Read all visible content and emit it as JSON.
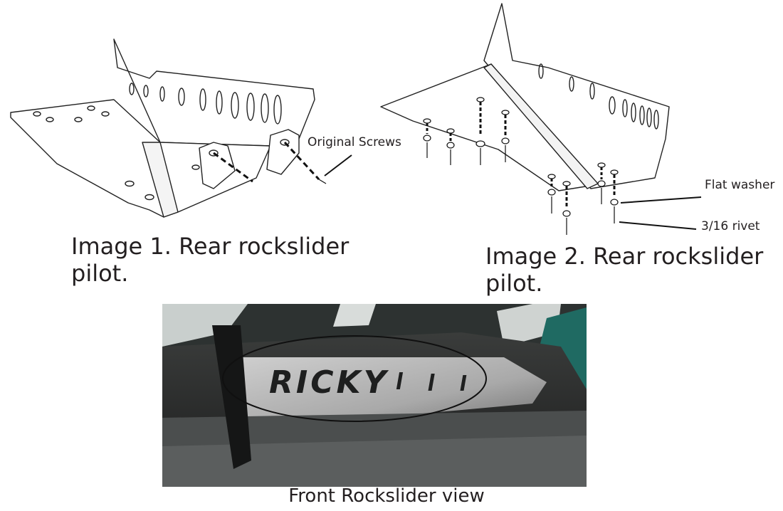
{
  "figure1": {
    "callout": "Original Screws",
    "caption": "Image 1. Rear rockslider pilot."
  },
  "figure2": {
    "callout_washer": "Flat washer",
    "callout_rivet": "3/16 rivet",
    "caption": "Image 2. Rear rockslider pilot."
  },
  "photo": {
    "plate_text": "RICKY",
    "caption": "Front Rockslider view"
  }
}
